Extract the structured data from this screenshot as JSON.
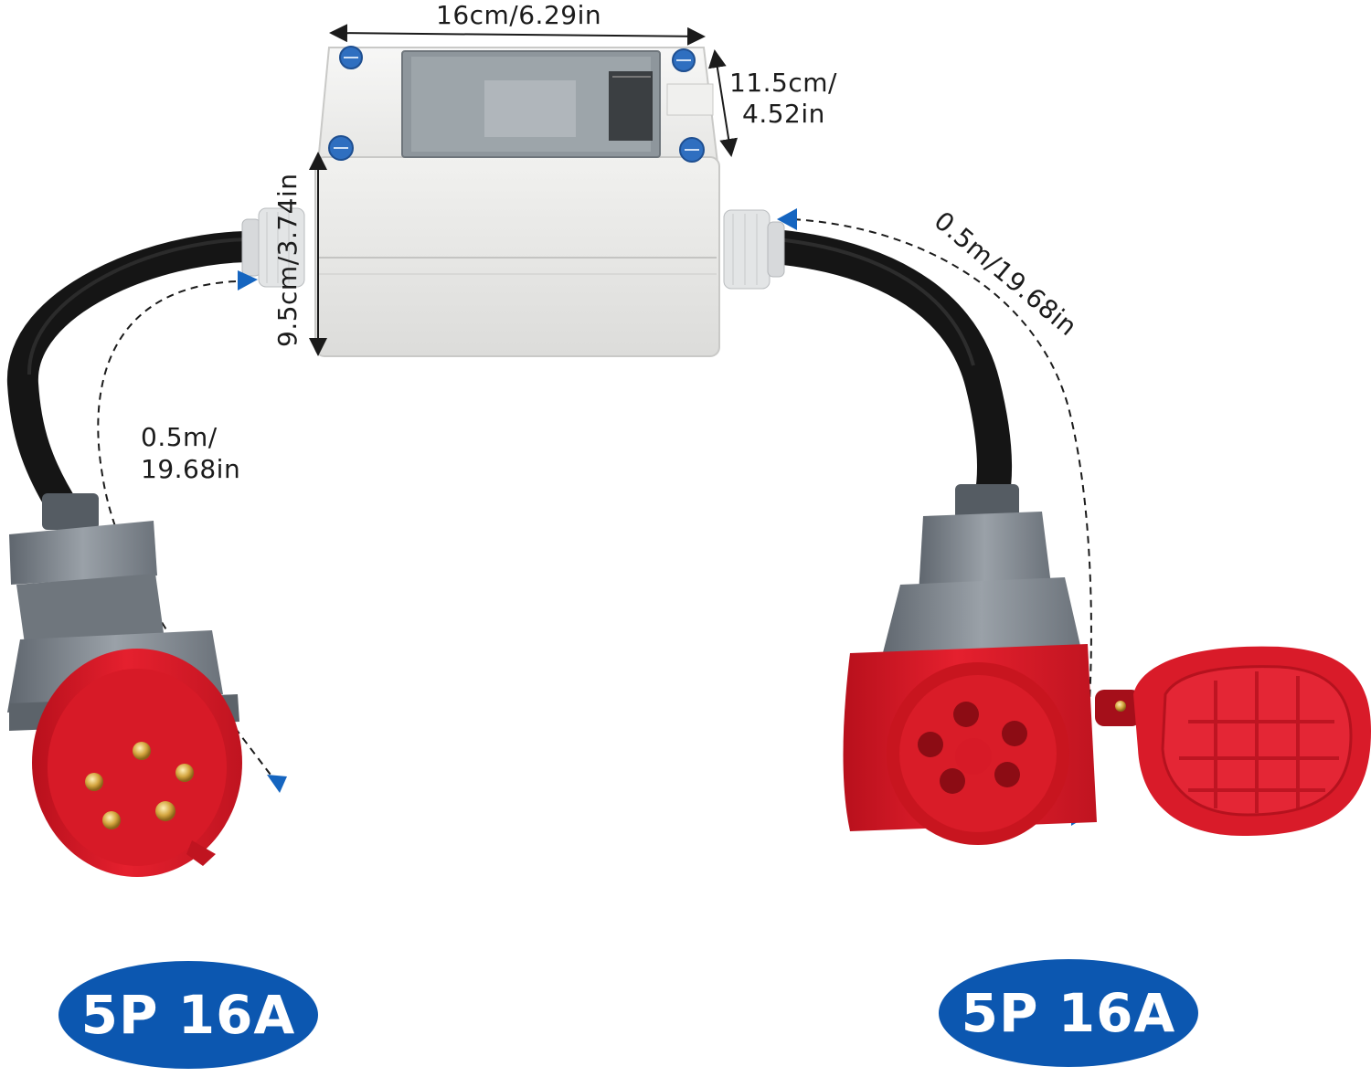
{
  "dimensions": {
    "box_width": "16cm/6.29in",
    "box_depth_line1": "11.5cm/",
    "box_depth_line2": "4.52in",
    "box_height": "9.5cm/3.74in",
    "left_cable_line1": "0.5m/",
    "left_cable_line2": "19.68in",
    "right_cable": "0.5m/19.68in"
  },
  "badges": {
    "left_label": "5P 16A",
    "right_label": "5P 16A"
  },
  "colors": {
    "badge_blue": "#0c57b0",
    "plug_red": "#e01b2c",
    "housing_grey": "#8a9199",
    "box_grey": "#e8e8e6",
    "cable_black": "#151515",
    "arrow_blue": "#1565c0"
  }
}
